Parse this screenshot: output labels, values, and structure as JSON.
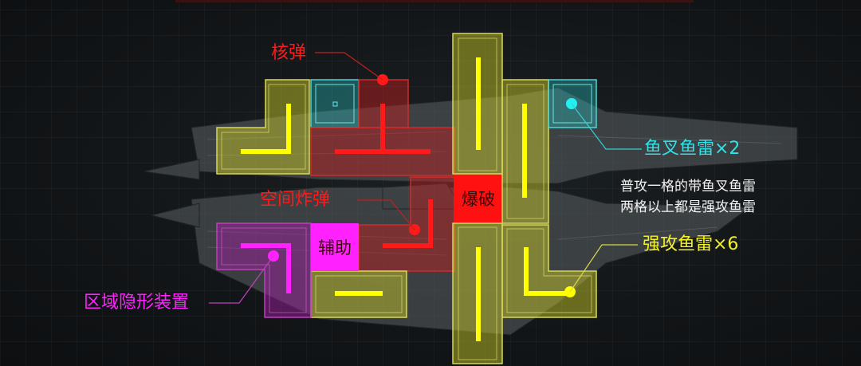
{
  "diagram": {
    "title": "",
    "colors": {
      "background": "#121517",
      "nuke_red": "#ff1a1a",
      "torpedo_cyan": "#33e0e6",
      "heavy_torpedo_yellow": "#f4f12a",
      "stealth_magenta": "#ff22ff",
      "breach_fill": "#ff1111",
      "support_fill": "#ff22ff",
      "note_white": "#f2f2f2"
    },
    "labels": {
      "nuke": "核弹",
      "space_bomb": "空间炸弹",
      "breach": "爆破",
      "support": "辅助",
      "area_stealth": "区域隐形装置",
      "fork_torpedo": "鱼叉鱼雷×2",
      "heavy_torpedo": "强攻鱼雷×6"
    },
    "note": {
      "line1": "普攻一格的带鱼叉鱼雷",
      "line2": "两格以上都是强攻鱼雷"
    },
    "legend_items": [
      {
        "label": "核弹",
        "color": "#ff1a1a",
        "icon": "dot-marker"
      },
      {
        "label": "空间炸弹",
        "color": "#ff1a1a",
        "icon": "dot-marker"
      },
      {
        "label": "鱼叉鱼雷×2",
        "color": "#33e0e6",
        "icon": "dot-marker"
      },
      {
        "label": "强攻鱼雷×6",
        "color": "#f4f12a",
        "icon": "dot-marker"
      },
      {
        "label": "区域隐形装置",
        "color": "#ff22ff",
        "icon": "dot-marker"
      }
    ]
  }
}
